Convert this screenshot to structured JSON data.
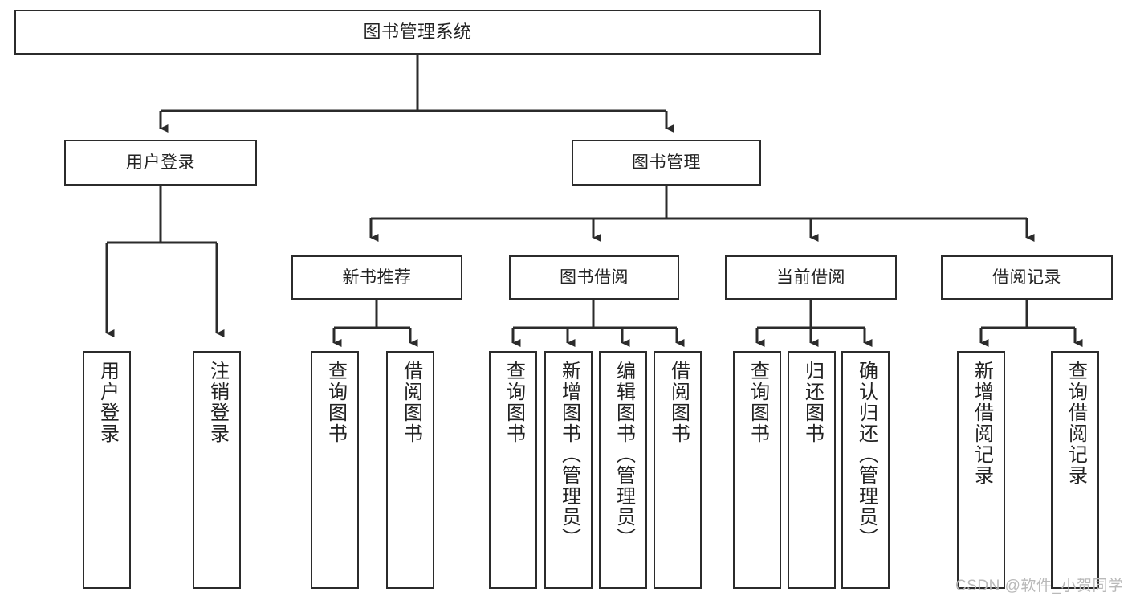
{
  "diagram": {
    "title": "图书管理系统",
    "type": "tree-hierarchy-chart",
    "colors": {
      "stroke": "#2b2b2b",
      "fill": "#ffffff",
      "text": "#222222",
      "watermark": "#b9b9b9"
    },
    "root": {
      "id": "root",
      "label": "图书管理系统"
    },
    "level2": [
      {
        "id": "user-login",
        "label": "用户登录"
      },
      {
        "id": "book-manage",
        "label": "图书管理"
      }
    ],
    "level3": [
      {
        "id": "new-book-rec",
        "label": "新书推荐"
      },
      {
        "id": "book-borrow",
        "label": "图书借阅"
      },
      {
        "id": "current-borrow",
        "label": "当前借阅"
      },
      {
        "id": "borrow-record",
        "label": "借阅记录"
      }
    ],
    "leaves": {
      "user_login": [
        {
          "id": "leaf-user-login",
          "label": "用户登录"
        },
        {
          "id": "leaf-logout",
          "label": "注销登录"
        }
      ],
      "new_book_rec": [
        {
          "id": "leaf-query-book-1",
          "label": "查询图书"
        },
        {
          "id": "leaf-borrow-book-1",
          "label": "借阅图书"
        }
      ],
      "book_borrow": [
        {
          "id": "leaf-query-book-2",
          "label": "查询图书"
        },
        {
          "id": "leaf-add-book",
          "label": "新增图书（管理员）"
        },
        {
          "id": "leaf-edit-book",
          "label": "编辑图书（管理员）"
        },
        {
          "id": "leaf-borrow-book-2",
          "label": "借阅图书"
        }
      ],
      "current_borrow": [
        {
          "id": "leaf-query-book-3",
          "label": "查询图书"
        },
        {
          "id": "leaf-return-book",
          "label": "归还图书"
        },
        {
          "id": "leaf-confirm-return",
          "label": "确认归还（管理员）"
        }
      ],
      "borrow_record": [
        {
          "id": "leaf-add-record",
          "label": "新增借阅记录"
        },
        {
          "id": "leaf-query-record",
          "label": "查询借阅记录"
        }
      ]
    }
  },
  "watermark": {
    "text": "CSDN @软件_小贺同学"
  }
}
